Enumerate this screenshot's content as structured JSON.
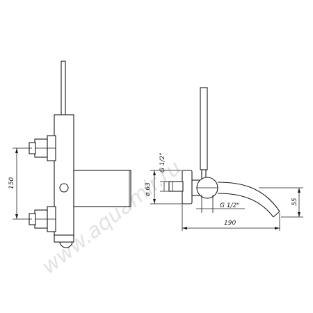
{
  "watermark": "www.aquamir.ru",
  "dimensions": {
    "vertical_spacing": "150",
    "connection_top": "G 1/2\"",
    "body_diameter": "ø 63",
    "connection_bottom": "G 1/2\"",
    "spout_length": "190",
    "spout_height": "55"
  }
}
